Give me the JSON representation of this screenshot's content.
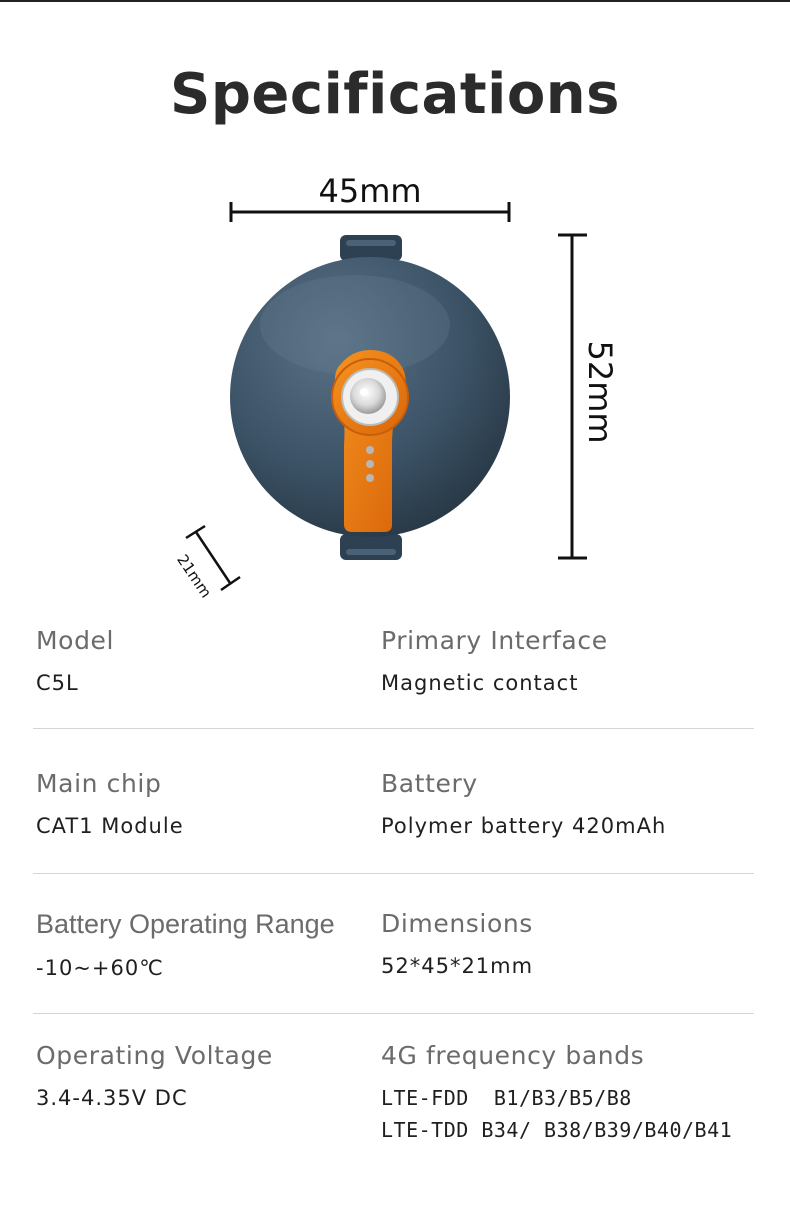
{
  "title": "Specifications",
  "dimensions": {
    "width_label": "45mm",
    "height_label": "52mm",
    "depth_label": "21mm"
  },
  "colors": {
    "device_body": "#3d5468",
    "device_accent": "#ec7a14",
    "text_dark": "#2b2b2b",
    "label_gray": "#6b6b6b",
    "divider": "#d4d4d4"
  },
  "specs": [
    {
      "left": {
        "label": "Model",
        "values": [
          "C5L"
        ]
      },
      "right": {
        "label": "Primary Interface",
        "values": [
          "Magnetic contact"
        ]
      }
    },
    {
      "left": {
        "label": "Main chip",
        "values": [
          "CAT1 Module"
        ]
      },
      "right": {
        "label": "Battery",
        "values": [
          "Polymer battery 420mAh"
        ]
      }
    },
    {
      "left": {
        "label": "Battery Operating Range",
        "values": [
          "-10~+60℃"
        ]
      },
      "right": {
        "label": "Dimensions",
        "values": [
          "52*45*21mm"
        ]
      }
    },
    {
      "left": {
        "label": "Operating Voltage",
        "values": [
          "3.4-4.35V DC"
        ]
      },
      "right": {
        "label": "4G frequency bands",
        "values": [
          "LTE-FDD  B1/B3/B5/B8",
          "LTE-TDD B34/ B38/B39/B40/B41"
        ]
      }
    }
  ]
}
